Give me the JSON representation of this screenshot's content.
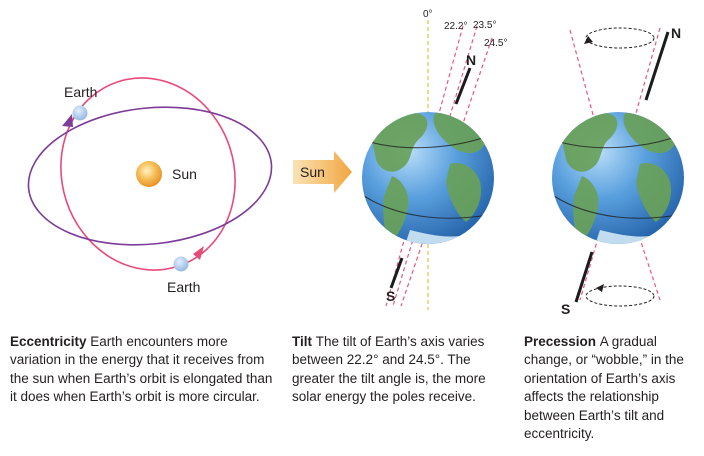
{
  "eccentricity_panel": {
    "earth_label_top": "Earth",
    "earth_label_bottom": "Earth",
    "sun_label": "Sun",
    "caption_heading": "Eccentricity",
    "caption_text": "Earth encounters more variation in the energy that it receives from the sun when Earth’s orbit is elongated than it does when Earth’s orbit is more circular."
  },
  "tilt_panel": {
    "sun_arrow_label": "Sun",
    "angle_0": "0°",
    "angle_22": "22.2°",
    "angle_23": "23.5°",
    "angle_24": "24.5°",
    "north_label": "N",
    "south_label": "S",
    "caption_heading": "Tilt",
    "caption_text": "The tilt of Earth’s axis varies between 22.2° and 24.5°. The greater the tilt angle is, the more solar energy the poles receive."
  },
  "precession_panel": {
    "north_label": "N",
    "south_label": "S",
    "caption_heading": "Precession",
    "caption_text": "A gradual change, or “wobble,” in the orientation of Earth’s axis affects the relationship between Earth’s tilt and eccentricity."
  },
  "colors": {
    "orbit_circular": "#e84a7a",
    "orbit_elongated": "#7d3c98",
    "sun": "#f2a93b",
    "earth_small": "#a9c8ec",
    "ocean": "#3d86cf",
    "land": "#6aa15a",
    "dashed_pink": "#e8577f",
    "dashed_yellow": "#d9c64a",
    "axis": "#1b1b1b"
  }
}
